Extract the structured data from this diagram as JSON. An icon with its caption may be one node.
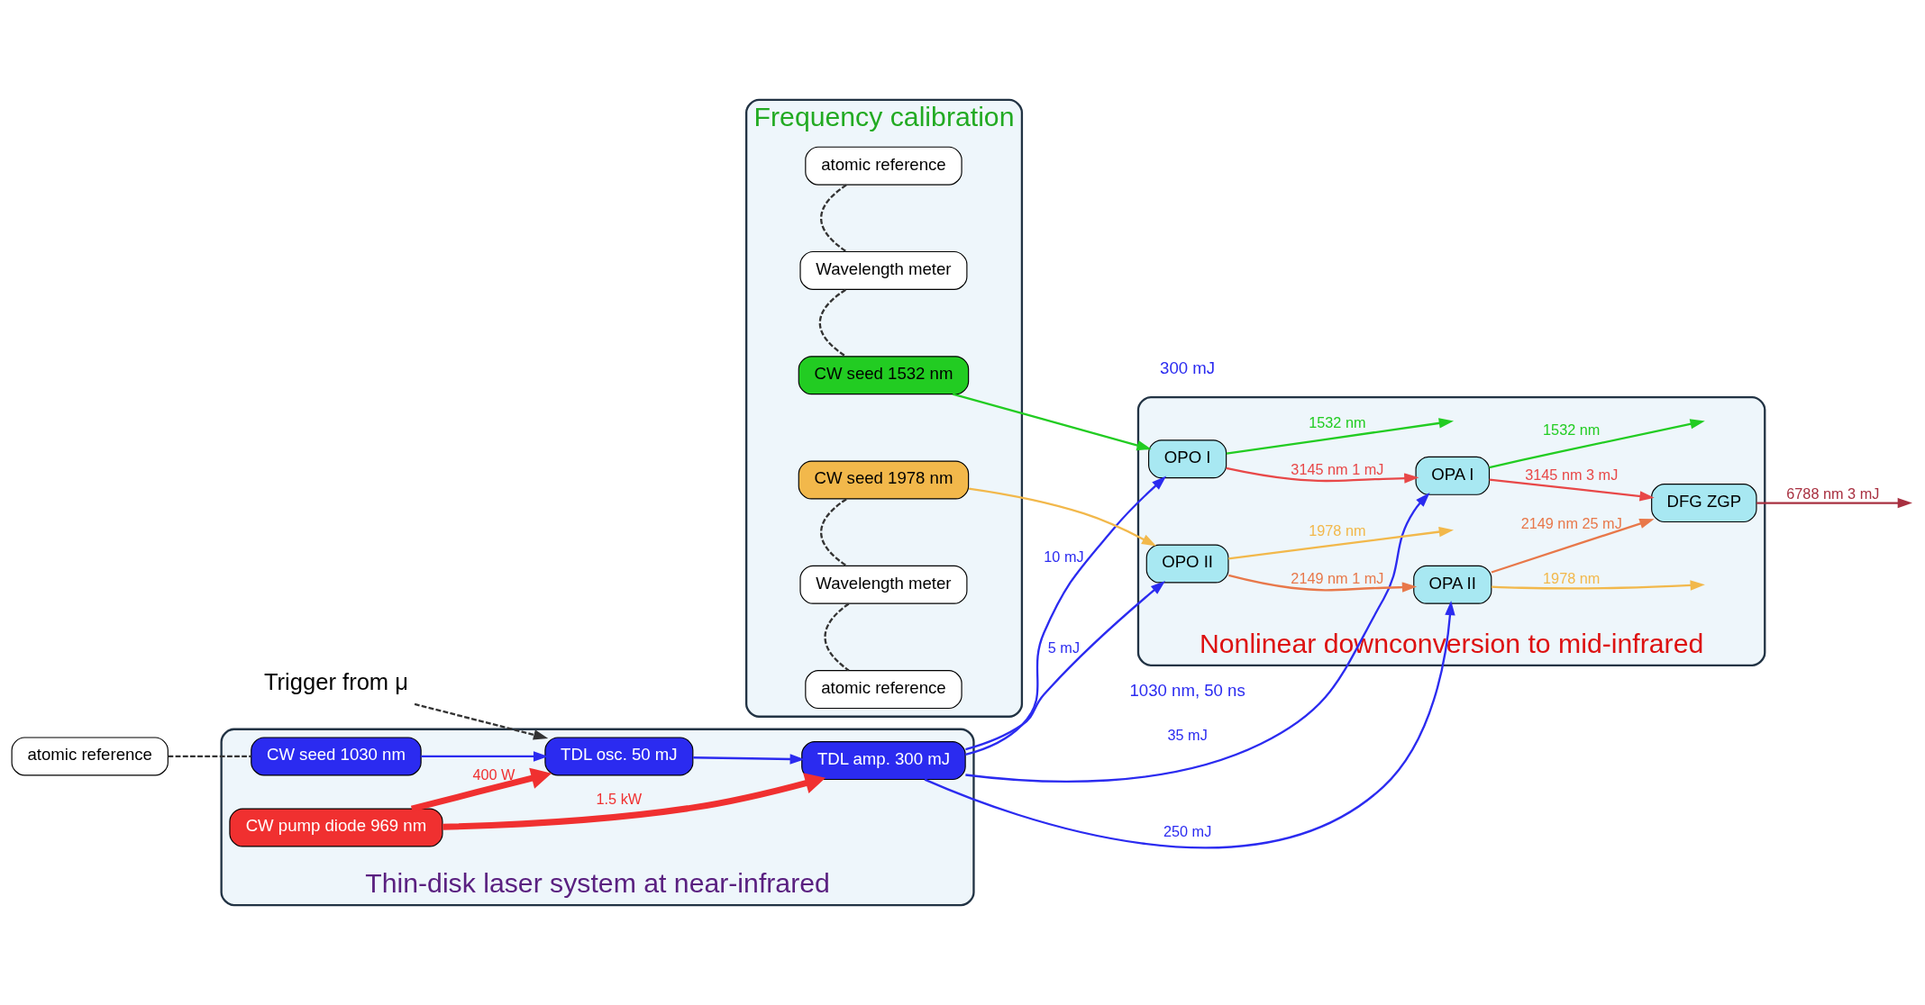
{
  "diagram": {
    "nodes": [
      {
        "text": [
          "Thin-disk laser system at near-infrared"
        ]
      },
      {
        "text": [
          "CW seed 1030 nm"
        ],
        "in": 0
      },
      {
        "text": [
          "TDL osc. 50 mJ"
        ],
        "in": 0
      },
      {
        "text": [
          "TDL amp. 300 mJ"
        ],
        "in": 0
      },
      {
        "text": [
          "CW pump diode 969 nm"
        ],
        "in": 0
      },
      {
        "text": [
          "atomic reference"
        ]
      },
      {
        "text": [
          "Trigger from μ"
        ]
      },
      {
        "text": [
          "Frequency calibration"
        ]
      },
      {
        "text": [
          "atomic reference"
        ],
        "in": 7
      },
      {
        "text": [
          "Wavelength meter"
        ],
        "in": 7
      },
      {
        "text": [
          "CW seed 1532 nm"
        ],
        "in": 7
      },
      {
        "text": [
          "CW seed 1978 nm"
        ],
        "in": 7
      },
      {
        "text": [
          "Wavelength meter"
        ],
        "in": 7
      },
      {
        "text": [
          "atomic reference"
        ],
        "in": 7
      },
      {
        "text": [
          "Nonlinear downconversion to mid-infrared"
        ]
      },
      {
        "text": [
          "OPO I"
        ],
        "in": 14
      },
      {
        "text": [
          "OPA I"
        ],
        "in": 14
      },
      {
        "text": [
          "OPO II"
        ],
        "in": 14
      },
      {
        "text": [
          "OPA II"
        ],
        "in": 14
      },
      {
        "text": [
          "DFG ZGP"
        ],
        "in": 14
      }
    ],
    "edges": [
      {
        "from": 5,
        "to": 1,
        "arrow": "none",
        "style": "dashed",
        "color": "#333333"
      },
      {
        "from": 6,
        "to": 2,
        "arrow": "to",
        "style": "dashed",
        "color": "#333333"
      },
      {
        "from": 1,
        "to": 2,
        "arrow": "to",
        "color": "#2b2bf0"
      },
      {
        "from": 2,
        "to": 3,
        "arrow": "to",
        "color": "#2b2bf0"
      },
      {
        "from": 4,
        "to": 2,
        "arrow": "to",
        "label": "400 W",
        "style": "thick",
        "color": "#f03030"
      },
      {
        "from": 4,
        "to": 3,
        "arrow": "to",
        "label": "1.5 kW",
        "style": "thick",
        "color": "#f03030"
      },
      {
        "from": 8,
        "to": 9,
        "arrow": "none",
        "style": "dashed",
        "color": "#333333"
      },
      {
        "from": 9,
        "to": 10,
        "arrow": "none",
        "style": "dashed",
        "color": "#333333"
      },
      {
        "from": 11,
        "to": 12,
        "arrow": "none",
        "style": "dashed",
        "color": "#333333"
      },
      {
        "from": 12,
        "to": 13,
        "arrow": "none",
        "style": "dashed",
        "color": "#333333"
      },
      {
        "from": 10,
        "to": 15,
        "arrow": "to",
        "color": "#22cc22"
      },
      {
        "from": 11,
        "to": 17,
        "arrow": "to",
        "color": "#f2b84b"
      },
      {
        "from": 3,
        "to": 15,
        "arrow": "to",
        "label": "10 mJ",
        "color": "#2b2bf0"
      },
      {
        "from": 3,
        "to": 17,
        "arrow": "to",
        "label": "5 mJ",
        "color": "#2b2bf0"
      },
      {
        "from": 3,
        "to": 16,
        "arrow": "to",
        "label": "35 mJ",
        "color": "#2b2bf0"
      },
      {
        "from": 3,
        "to": 18,
        "arrow": "to",
        "label": "250 mJ",
        "color": "#2b2bf0"
      },
      {
        "from": 15,
        "to": 16,
        "arrow": "to",
        "label": "3145 nm 1 mJ",
        "color": "#e84848"
      },
      {
        "from": 15,
        "to": null,
        "arrow": "to",
        "label": "1532 nm",
        "color": "#22cc22"
      },
      {
        "from": 17,
        "to": 18,
        "arrow": "to",
        "label": "2149 nm 1 mJ",
        "color": "#e8784a"
      },
      {
        "from": 17,
        "to": null,
        "arrow": "to",
        "label": "1978 nm",
        "color": "#f2b84b"
      },
      {
        "from": 16,
        "to": null,
        "arrow": "to",
        "label": "1532 nm",
        "color": "#22cc22"
      },
      {
        "from": 16,
        "to": 19,
        "arrow": "to",
        "label": "3145 nm 3 mJ",
        "color": "#e84848"
      },
      {
        "from": 18,
        "to": 19,
        "arrow": "to",
        "label": "2149 nm 25 mJ",
        "color": "#e8784a"
      },
      {
        "from": 18,
        "to": null,
        "arrow": "to",
        "label": "1978 nm",
        "color": "#f2b84b"
      },
      {
        "from": 19,
        "to": null,
        "arrow": "to",
        "label": "6788 nm 3 mJ",
        "color": "#a83040"
      }
    ],
    "labels": [
      "1030 nm, 50 ns",
      "300 mJ"
    ]
  }
}
